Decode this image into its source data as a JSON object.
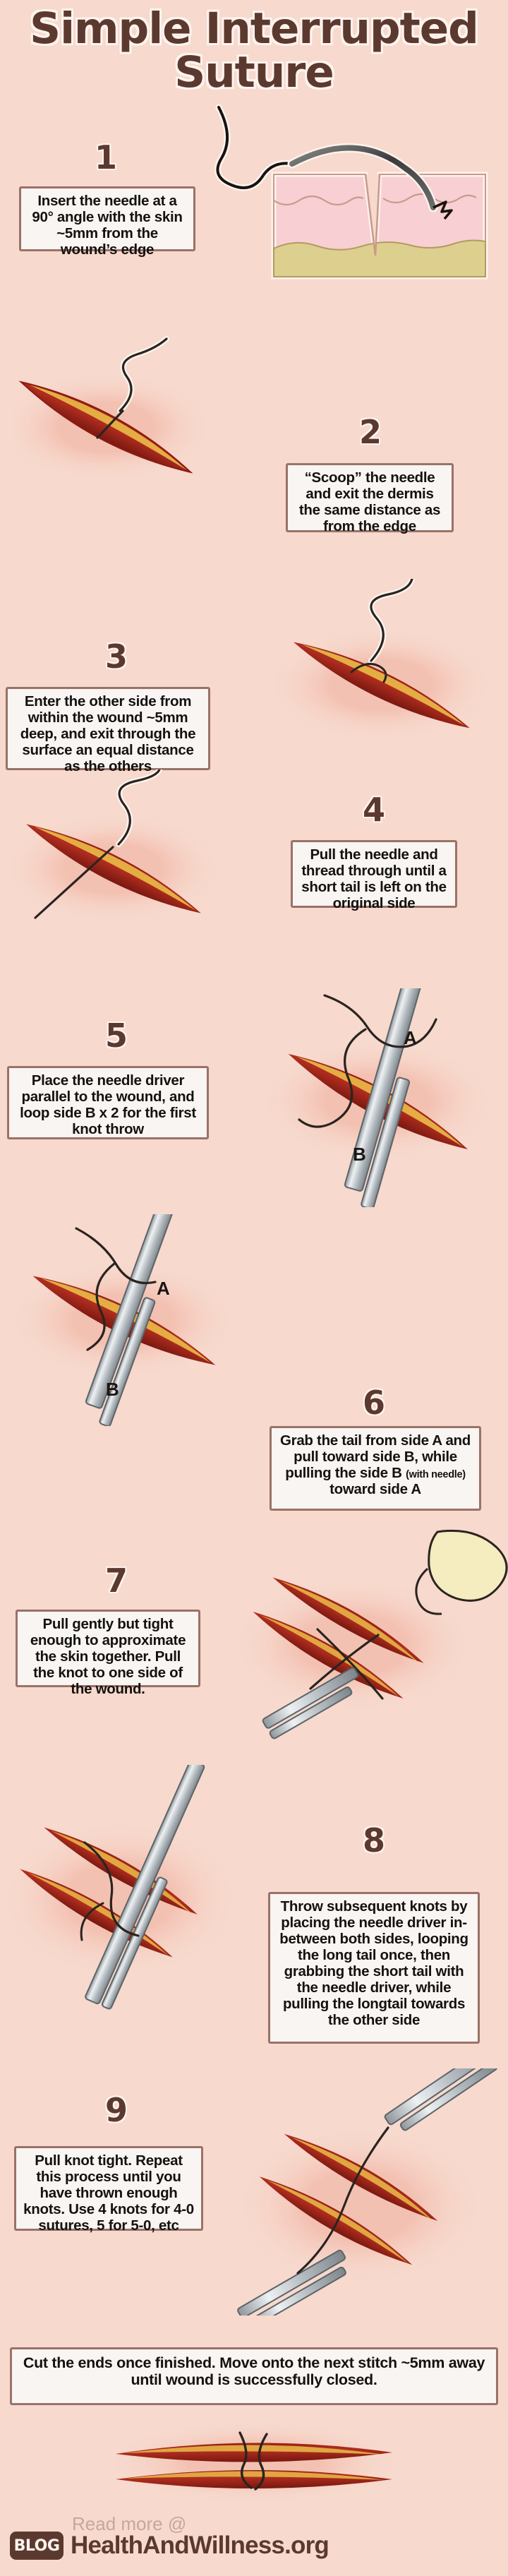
{
  "title": "Simple Interrupted Suture",
  "steps": [
    {
      "number": "1",
      "text": "Insert the needle at a 90° angle with the skin ~5mm from the wound’s edge"
    },
    {
      "number": "2",
      "text": "“Scoop” the needle and exit the dermis the same distance as from the edge"
    },
    {
      "number": "3",
      "text": "Enter the other side from within the wound ~5mm deep, and exit through the surface an equal distance as the others"
    },
    {
      "number": "4",
      "text": "Pull the needle and thread through until a short tail is left on the original side"
    },
    {
      "number": "5",
      "text": "Place the needle driver parallel to the wound, and loop side B x 2 for the first knot throw"
    },
    {
      "number": "6",
      "text_before": "Grab the tail from side A and pull toward side B, while pulling the side B ",
      "text_small": "(with needle)",
      "text_after": " toward side A"
    },
    {
      "number": "7",
      "text": "Pull gently but tight enough to approximate the skin together. Pull the knot to one side of the wound."
    },
    {
      "number": "8",
      "text": "Throw subsequent knots by placing the needle driver in-between both sides, looping the long tail once, then grabbing the short tail with the needle driver, while pulling the longtail towards the other side"
    },
    {
      "number": "9",
      "text": "Pull knot tight. Repeat this process until you have thrown enough knots. Use 4 knots for 4-0 sutures, 5 for 5-0, etc"
    }
  ],
  "final_note": "Cut the ends once finished. Move onto the next stitch ~5mm away until wound is successfully closed.",
  "labels": {
    "step5_a": "A",
    "step5_b": "B",
    "step6_a": "A",
    "step6_b": "B"
  },
  "footer": {
    "badge": "BLOG",
    "read_more": "Read more @",
    "site": "HealthAndWillness.org"
  },
  "colors": {
    "background": "#f7d9cd",
    "title": "#5c392f",
    "title_outline": "#fdf3ee",
    "box_bg": "#f8f5f2",
    "box_border": "#9a7268",
    "wound_red": "#a8251b",
    "wound_highlight": "#e0a93c",
    "skin_pink": "#f6c9bc",
    "dermis": "#f8cfd2",
    "fat_yellow": "#ddd08e",
    "instrument_gray": "#b9bdc0",
    "thread_black": "#2a2420"
  }
}
